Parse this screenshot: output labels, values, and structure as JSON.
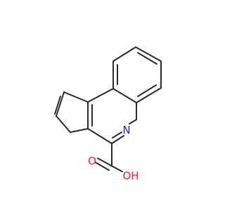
{
  "structure": {
    "atoms": {
      "nitrogen": {
        "symbol": "N",
        "color": "#2020ff"
      },
      "hydroxyl_oxygen": {
        "symbol": "OH",
        "color": "#ff2020"
      },
      "carbonyl_oxygen": {
        "symbol": "O",
        "color": "#ff2020"
      }
    },
    "bond_color": "#2a2a2a"
  }
}
